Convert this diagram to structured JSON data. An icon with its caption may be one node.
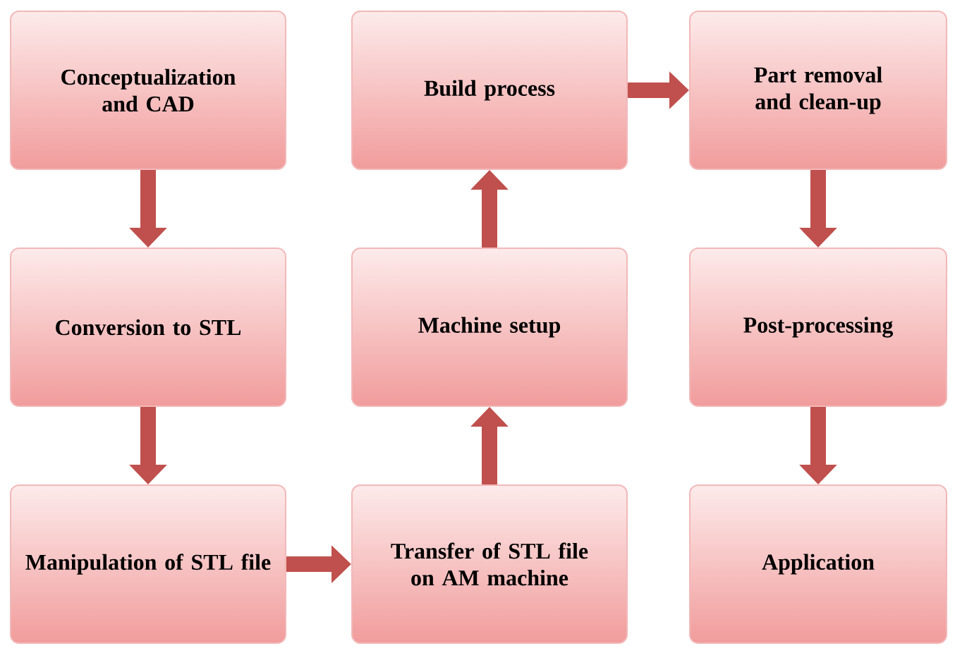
{
  "diagram": {
    "nodes": [
      {
        "text": [
          "Conceptualization and CAD"
        ]
      },
      {
        "text": [
          "Conversion to STL"
        ]
      },
      {
        "text": [
          "Manipulation of STL file"
        ]
      },
      {
        "text": [
          "Transfer of STL file on AM machine"
        ]
      },
      {
        "text": [
          "Machine setup"
        ]
      },
      {
        "text": [
          "Build process"
        ]
      },
      {
        "text": [
          "Part removal and clean-up"
        ]
      },
      {
        "text": [
          "Post-processing"
        ]
      },
      {
        "text": [
          "Application"
        ]
      }
    ],
    "edges": [
      {
        "from": 0,
        "to": 1,
        "arrow": "to"
      },
      {
        "from": 1,
        "to": 2,
        "arrow": "to"
      },
      {
        "from": 2,
        "to": 3,
        "arrow": "to"
      },
      {
        "from": 3,
        "to": 4,
        "arrow": "to"
      },
      {
        "from": 4,
        "to": 5,
        "arrow": "to"
      },
      {
        "from": 5,
        "to": 6,
        "arrow": "to"
      },
      {
        "from": 6,
        "to": 7,
        "arrow": "to"
      },
      {
        "from": 7,
        "to": 8,
        "arrow": "to"
      }
    ]
  }
}
